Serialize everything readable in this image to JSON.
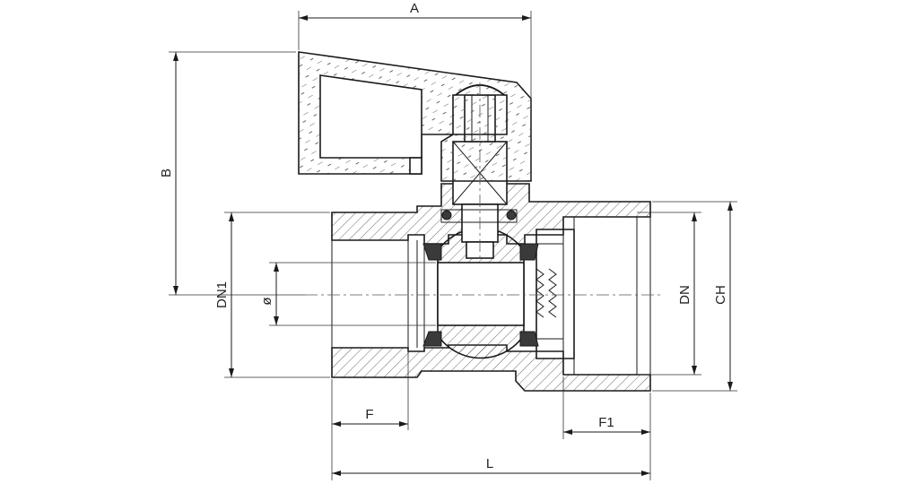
{
  "dimensions": {
    "A": "A",
    "B": "B",
    "DN1": "DN1",
    "diameter": "ø",
    "DN": "DN",
    "CH": "CH",
    "F": "F",
    "F1": "F1",
    "L": "L"
  },
  "colors": {
    "line": "#1a1a1a",
    "hatch": "#444444",
    "seal": "#3a3a3a",
    "background": "#ffffff"
  }
}
